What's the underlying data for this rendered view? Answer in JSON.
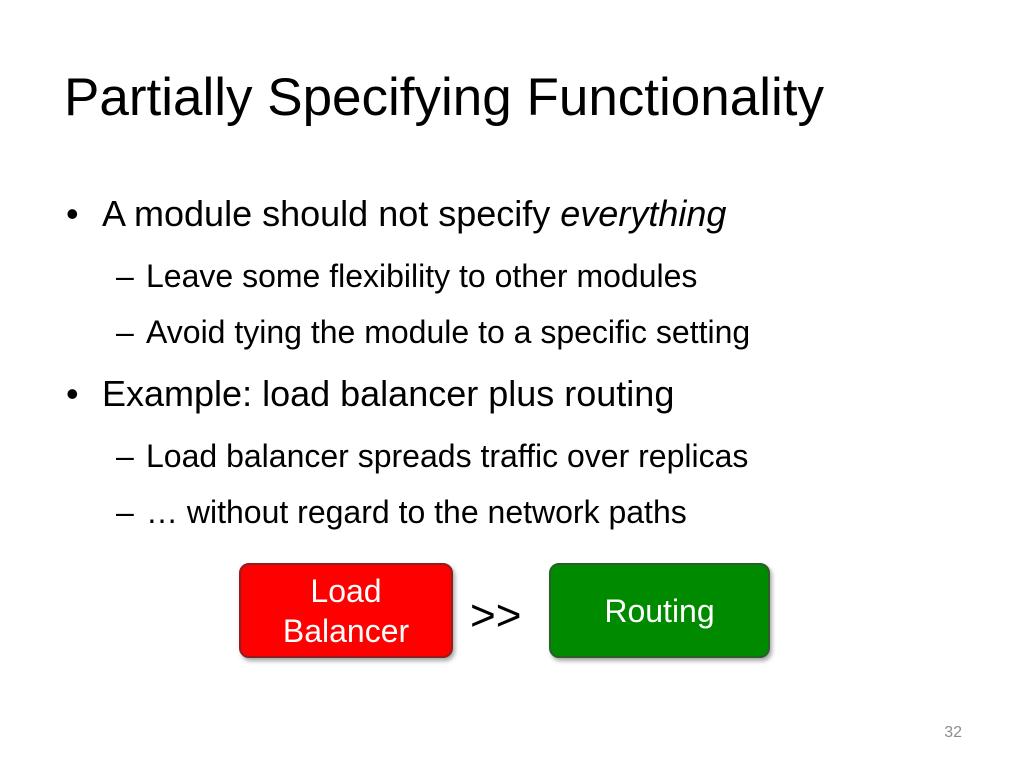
{
  "slide": {
    "title": "Partially Specifying Functionality",
    "bullets": [
      {
        "text_pre": "A module should not specify ",
        "text_em": "everything",
        "subs": [
          "Leave some flexibility to other modules",
          "Avoid tying the module to a specific setting"
        ]
      },
      {
        "text": "Example: load balancer plus routing",
        "subs": [
          "Load balancer spreads traffic over replicas",
          "… without regard to the network paths"
        ]
      }
    ],
    "bullet_char": "•",
    "dash_char": "–",
    "diagram": {
      "left_box": {
        "line1": "Load",
        "line2": "Balancer",
        "color": "#ff0000"
      },
      "operator": ">>",
      "right_box": {
        "label": "Routing",
        "color": "#008a00"
      }
    },
    "page_number": "32"
  }
}
